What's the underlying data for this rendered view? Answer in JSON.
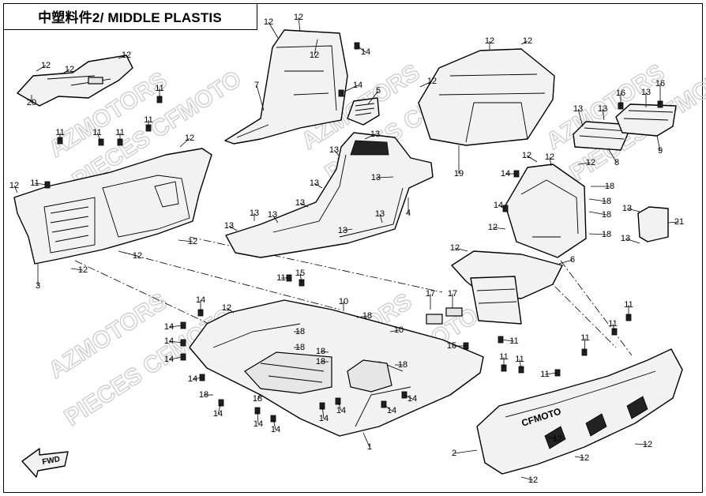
{
  "title": "中塑料件2/ MIDDLE PLASTIS",
  "watermarks": [
    "AZMOTORS",
    "PIECES CFMOTO"
  ],
  "brand_marking": "CFMOTO",
  "direction_label": "FWD",
  "callouts": [
    "1",
    "2",
    "3",
    "4",
    "5",
    "6",
    "7",
    "8",
    "9",
    "10",
    "11",
    "12",
    "13",
    "14",
    "15",
    "16",
    "17",
    "18",
    "19",
    "20",
    "21"
  ]
}
